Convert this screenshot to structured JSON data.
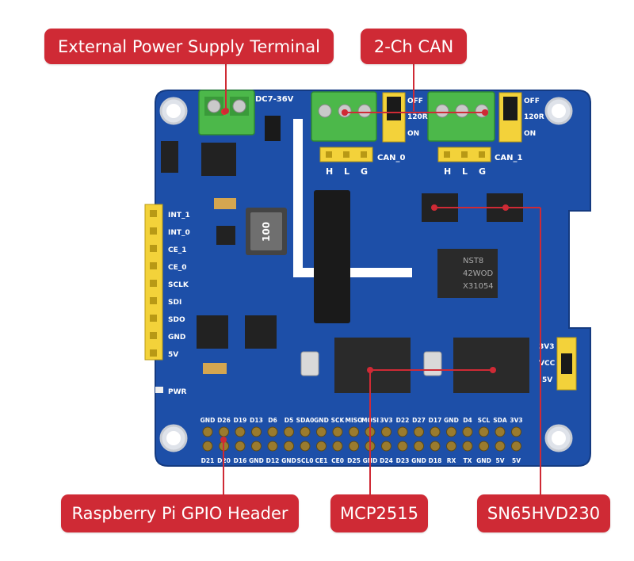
{
  "callouts": {
    "power": "External Power Supply Terminal",
    "can": "2-Ch CAN",
    "gpio": "Raspberry Pi GPIO Header",
    "mcp": "MCP2515",
    "transceiver": "SN65HVD230"
  },
  "board": {
    "power_input": "DC7-36V",
    "jumper_off": "OFF",
    "jumper_120r": "120R",
    "jumper_on": "ON",
    "can0": "CAN_0",
    "can1": "CAN_1",
    "pin_h": "H",
    "pin_l": "L",
    "pin_g": "G",
    "inductor": "100",
    "chip_line1": "NST8",
    "chip_line2": "42WOD",
    "chip_line3": "X31054",
    "pwr": "PWR",
    "v3v3": "3V3",
    "vcc": "VCC",
    "v5": "5V",
    "left_labels": [
      "INT_1",
      "INT_0",
      "CE_1",
      "CE_0",
      "SCLK",
      "SDI",
      "SDO",
      "GND",
      "5V"
    ],
    "gpio_top": [
      "GND",
      "D26",
      "D19",
      "D13",
      "D6",
      "D5",
      "SDA0",
      "GND",
      "SCK",
      "MISO",
      "MOSI",
      "3V3",
      "D22",
      "D27",
      "D17",
      "GND",
      "D4",
      "SCL",
      "SDA",
      "3V3"
    ],
    "gpio_bottom": [
      "D21",
      "D20",
      "D16",
      "GND",
      "D12",
      "GND",
      "SCL0",
      "CE1",
      "CE0",
      "D25",
      "GND",
      "D24",
      "D23",
      "GND",
      "D18",
      "RX",
      "TX",
      "GND",
      "5V",
      "5V"
    ]
  },
  "colors": {
    "callout": "#cf2a35",
    "pcb": "#1d4fa8",
    "pcb_dark": "#163f8c",
    "terminal": "#4cb84a",
    "header": "#f3d23a",
    "chip": "#2a2a2a",
    "pointer": "#cf2a35"
  }
}
